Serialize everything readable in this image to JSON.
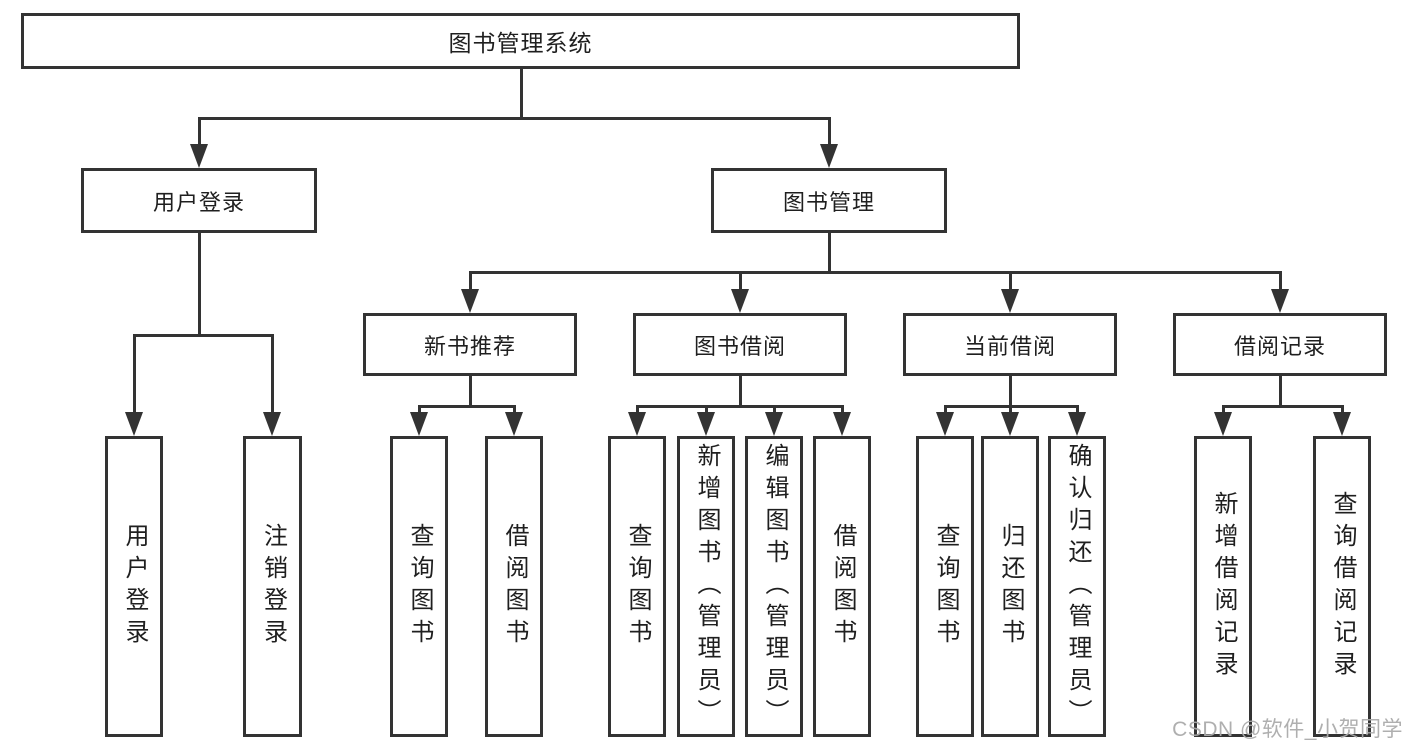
{
  "diagram_type": "functional-structure-tree",
  "colors": {
    "line": "#333333",
    "box_border": "#333333",
    "text": "#1f1f1f",
    "background": "#ffffff",
    "watermark": "#ababab"
  },
  "tree": {
    "label": "图书管理系统",
    "children": [
      {
        "label": "用户登录",
        "children": [
          {
            "label": "用户登录"
          },
          {
            "label": "注销登录"
          }
        ]
      },
      {
        "label": "图书管理",
        "children": [
          {
            "label": "新书推荐",
            "children": [
              {
                "label": "查询图书"
              },
              {
                "label": "借阅图书"
              }
            ]
          },
          {
            "label": "图书借阅",
            "children": [
              {
                "label": "查询图书"
              },
              {
                "label": "新增图书（管理员）"
              },
              {
                "label": "编辑图书（管理员）"
              },
              {
                "label": "借阅图书"
              }
            ]
          },
          {
            "label": "当前借阅",
            "children": [
              {
                "label": "查询图书"
              },
              {
                "label": "归还图书"
              },
              {
                "label": "确认归还（管理员）"
              }
            ]
          },
          {
            "label": "借阅记录",
            "children": [
              {
                "label": "新增借阅记录"
              },
              {
                "label": "查询借阅记录"
              }
            ]
          }
        ]
      }
    ]
  },
  "watermark": {
    "text": "CSDN @软件_小贺同学"
  }
}
